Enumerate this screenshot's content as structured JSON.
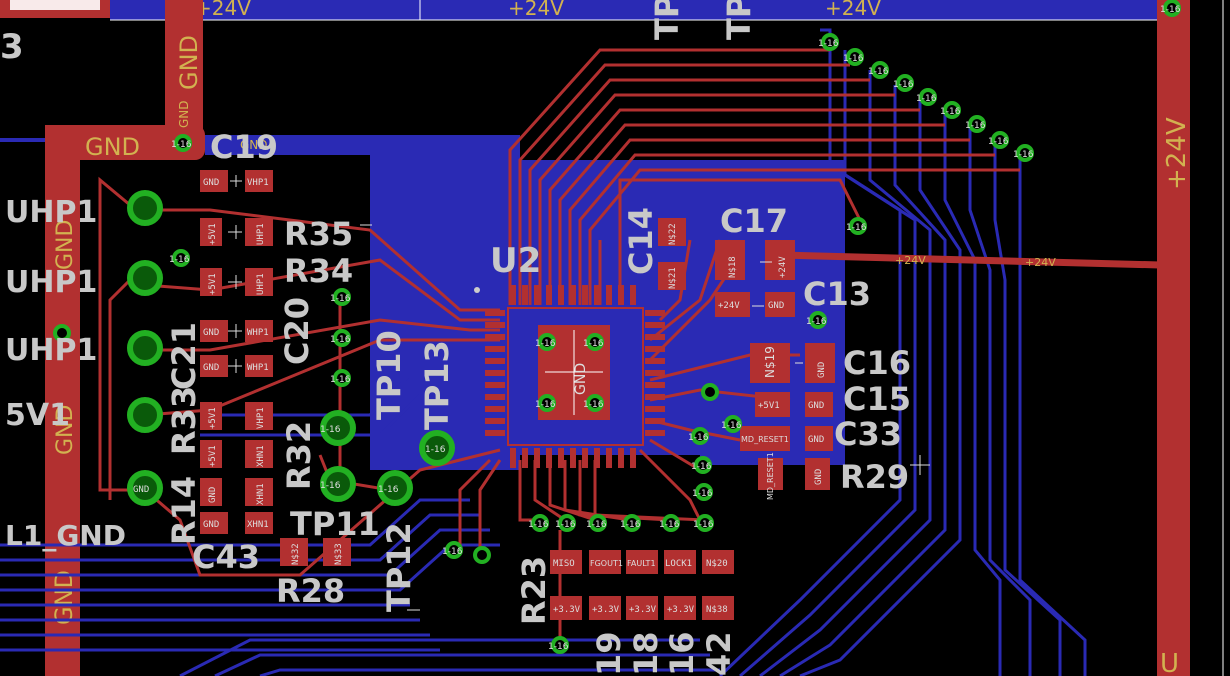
{
  "board": {
    "background": "#000000",
    "colors": {
      "top_copper": "#b23030",
      "bottom_copper": "#2a2ab4",
      "via_ring": "#22b022",
      "silkscreen": "#c8c8c8",
      "net_label": "#d2b250"
    }
  },
  "nets": {
    "v24_a": "+24V",
    "v24_b": "+24V",
    "v24_c": "+24V",
    "v24_vertical": "+24V",
    "v24_trace_a": "+24V",
    "v24_trace_b": "+24V",
    "gnd_vertical_top": "GND",
    "gnd_small": "GND",
    "gnd_horizontal": "GND",
    "gnd_pour": "GND",
    "gnd_vertical_left_a": "GND",
    "gnd_vertical_left_b": "GND",
    "l1_gnd": "L1_GND",
    "right_edge_fragment": "U",
    "top_left_fragment": "3"
  },
  "labels": {
    "u2": "U2",
    "c19": "C19",
    "c14": "C14",
    "c17": "C17",
    "c13": "C13",
    "c16": "C16",
    "c15": "C15",
    "c33": "C33",
    "r29": "R29",
    "r35": "R35",
    "r34": "R34",
    "c20": "C20",
    "c21": "C21",
    "r33": "R33",
    "r32": "R32",
    "r14": "R14",
    "c43": "C43",
    "r28": "R28",
    "r23": "R23",
    "tp10": "TP10",
    "tp13": "TP13",
    "tp11": "TP11",
    "tp12": "TP12",
    "tp_top_a": "TP",
    "tp_top_b": "TP",
    "left_edge_1": "UHP1",
    "left_edge_2": "UHP1",
    "left_edge_3": "UHP1",
    "left_edge_4": "5V1",
    "bottom_nums": [
      "19",
      "18",
      "16",
      "42"
    ]
  },
  "pads": {
    "c19_a": "GND",
    "c19_b": "VHP1",
    "r35_a": "+5V1",
    "r35_b": "UHP1",
    "r34_a": "+5V1",
    "r34_b": "UHP1",
    "c20_a": "GND",
    "c20_b": "WHP1",
    "c21_a": "GND",
    "c21_b": "WHP1",
    "r33_a": "+5V1",
    "r33_b": "VHP1",
    "r32_a": "+5V1",
    "r32_b": "XHN1",
    "r14_a": "GND",
    "r14_b": "XHN1",
    "c43_a": "GND",
    "c43_b": "XHN1",
    "r28_a": "N$32",
    "r28_b": "N$33",
    "c14_a": "N$22",
    "c14_b": "N$21",
    "c17_a": "N$18",
    "c17_b": "+24V",
    "c13_a": "+24V",
    "c13_b": "GND",
    "c16_a": "N$19",
    "c16_b": "GND",
    "c15_a": "+5V1",
    "c15_b": "GND",
    "c33_a": "MD_RESET1",
    "c33_b": "GND",
    "r29_a": "MD_RESET1",
    "r29_b": "GND",
    "bot_top": [
      "MISO",
      "FGOUT1",
      "FAULT1",
      "LOCK1",
      "N$20"
    ],
    "bot_bottom": [
      "+3.3V",
      "+3.3V",
      "+3.3V",
      "+3.3V",
      "N$38"
    ],
    "u2_center": "GND",
    "hdr_gnd": "GND"
  },
  "vias": {
    "label": "1-16"
  }
}
